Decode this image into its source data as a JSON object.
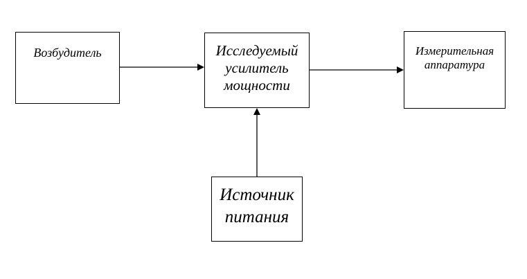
{
  "diagram": {
    "exciter": {
      "lines": [
        "Возбудитель"
      ]
    },
    "amplifier": {
      "lines": [
        "Исследуемый",
        "усилитель",
        "мощности"
      ]
    },
    "instruments": {
      "lines": [
        "Измерительная",
        "аппаратура"
      ]
    },
    "power": {
      "lines": [
        "Источник",
        "питания"
      ]
    }
  }
}
